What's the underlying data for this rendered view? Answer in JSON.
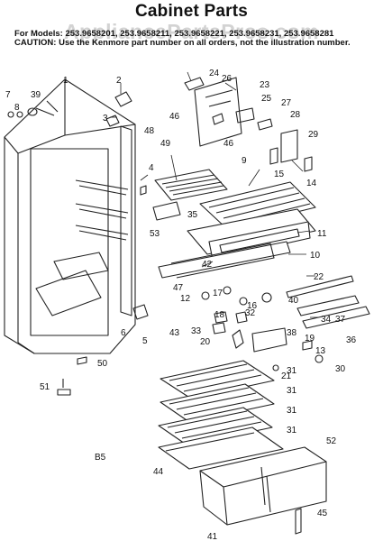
{
  "header": {
    "title": "Cabinet Parts",
    "watermark": "AppliancePartsPros.com",
    "model_line": "For Models: 253.9658201, 253.9658211, 253.9658221, 253.9658231, 253.9658281",
    "caution_line": "CAUTION: Use the Kenmore part number on all orders, not the illustration number."
  },
  "figure_code": "B5",
  "callouts": [
    "1",
    "2",
    "3",
    "4",
    "5",
    "6",
    "7",
    "8",
    "9",
    "10",
    "11",
    "12",
    "13",
    "14",
    "15",
    "16",
    "17",
    "18",
    "19",
    "20",
    "21",
    "22",
    "23",
    "24",
    "25",
    "26",
    "27",
    "28",
    "29",
    "30",
    "31",
    "31",
    "31",
    "31",
    "32",
    "33",
    "34",
    "35",
    "36",
    "37",
    "38",
    "39",
    "40",
    "41",
    "42",
    "43",
    "44",
    "45",
    "46",
    "46",
    "47",
    "48",
    "49",
    "50",
    "51",
    "52",
    "53"
  ],
  "colors": {
    "line": "#222222",
    "background": "#ffffff",
    "watermark": "#bdbdbd"
  }
}
